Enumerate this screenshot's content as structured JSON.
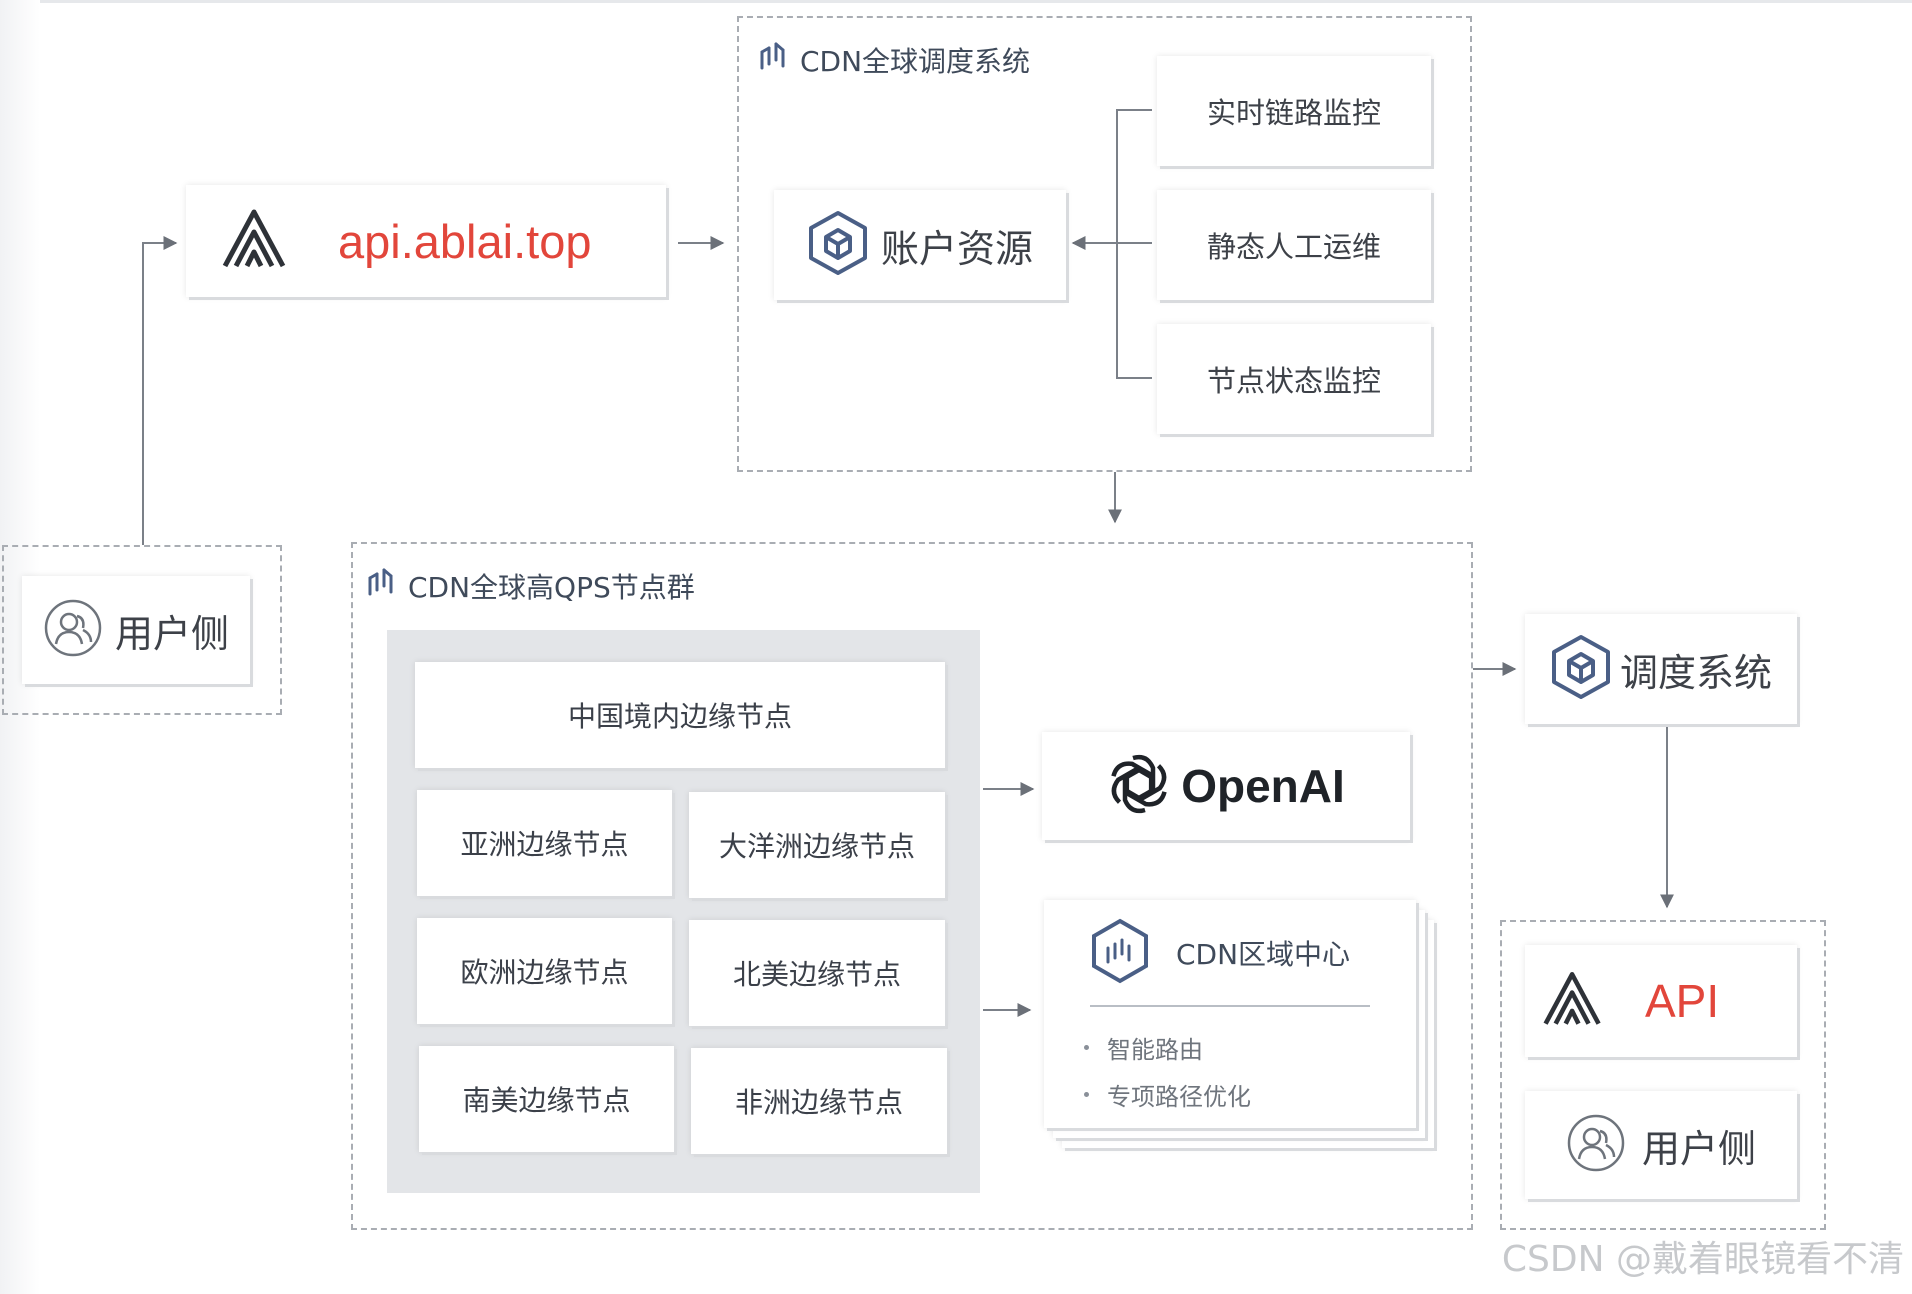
{
  "scheduling_group": {
    "title": "CDN全球调度系统"
  },
  "domain_box": {
    "text": "api.ablai.top"
  },
  "account_box": {
    "label": "账户资源"
  },
  "monitors": [
    {
      "label": "实时链路监控"
    },
    {
      "label": "静态人工运维"
    },
    {
      "label": "节点状态监控"
    }
  ],
  "user_left": {
    "label": "用户侧"
  },
  "node_group": {
    "title": "CDN全球高QPS节点群"
  },
  "edge_nodes": {
    "china": "中国境内边缘节点",
    "asia": "亚洲边缘节点",
    "oceania": "大洋洲边缘节点",
    "europe": "欧洲边缘节点",
    "north_america": "北美边缘节点",
    "south_america": "南美边缘节点",
    "africa": "非洲边缘节点"
  },
  "openai_box": {
    "label": "OpenAI"
  },
  "region_center": {
    "title": "CDN区域中心",
    "bullets": [
      "智能路由",
      "专项路径优化"
    ]
  },
  "dispatch_box": {
    "label": "调度系统"
  },
  "api_box": {
    "label": "API"
  },
  "user_right": {
    "label": "用户侧"
  },
  "watermark": "CSDN @戴着眼镜看不清",
  "colors": {
    "accent_red": "#e2463b",
    "icon_blue": "#4a5f86",
    "dash_gray": "#a9adb3",
    "panel_gray": "#e3e5e8"
  }
}
